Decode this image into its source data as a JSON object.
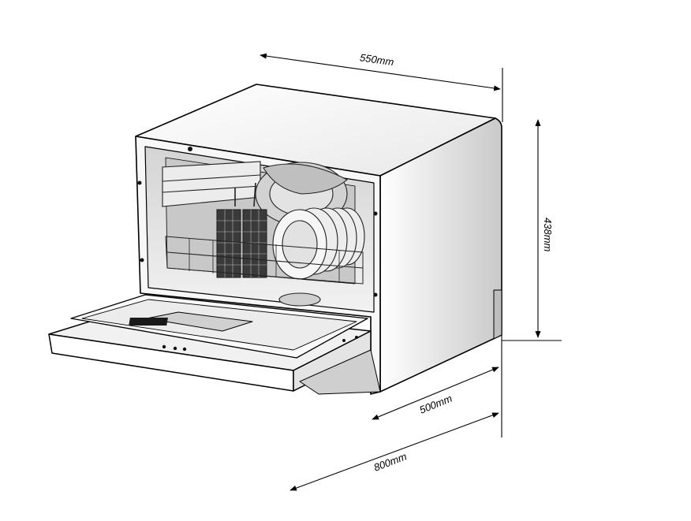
{
  "dimensions": {
    "width_label": "550mm",
    "height_label": "438mm",
    "depth_label": "500mm",
    "open_depth_label": "800mm"
  },
  "colors": {
    "line": "#000000",
    "body_light": "#f4f4f4",
    "body_shade": "#d9d9d9",
    "interior": "#e6e6e6",
    "panel_dark": "#1a1a1a"
  }
}
